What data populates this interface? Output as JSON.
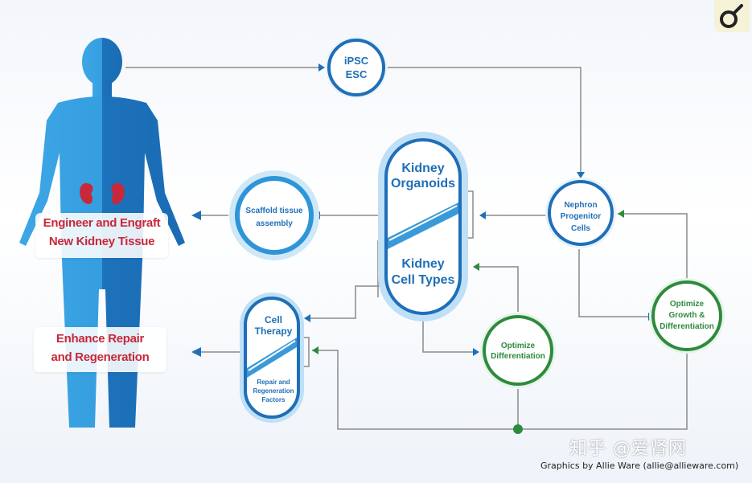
{
  "labels": {
    "engineer_line1": "Engineer and Engraft",
    "engineer_line2": "New Kidney Tissue",
    "enhance_line1": "Enhance Repair",
    "enhance_line2": "and Regeneration",
    "ipsc_line1": "iPSC",
    "ipsc_line2": "ESC",
    "organoids_line1": "Kidney",
    "organoids_line2": "Organoids",
    "celltypes_line1": "Kidney",
    "celltypes_line2": "Cell Types",
    "scaffold_line1": "Scaffold tissue",
    "scaffold_line2": "assembly",
    "nephron_line1": "Nephron",
    "nephron_line2": "Progenitor",
    "nephron_line3": "Cells",
    "celltherapy_line1": "Cell",
    "celltherapy_line2": "Therapy",
    "repair_line1": "Repair and",
    "repair_line2": "Regeneration",
    "repair_line3": "Factors",
    "optdiff_line1": "Optimize",
    "optdiff_line2": "Differentiation",
    "optgrowth_line1": "Optimize",
    "optgrowth_line2": "Growth &",
    "optgrowth_line3": "Differentiation"
  },
  "footer": {
    "credit": "Graphics by Allie Ware (allie@allieware.com)",
    "watermark": "知乎 @爱肾网"
  },
  "colors": {
    "blue": "#1f6fb8",
    "light_blue": "#3a9ad9",
    "green": "#2e8b3e",
    "red": "#c8283a",
    "gray_line": "#8a8a8a"
  }
}
